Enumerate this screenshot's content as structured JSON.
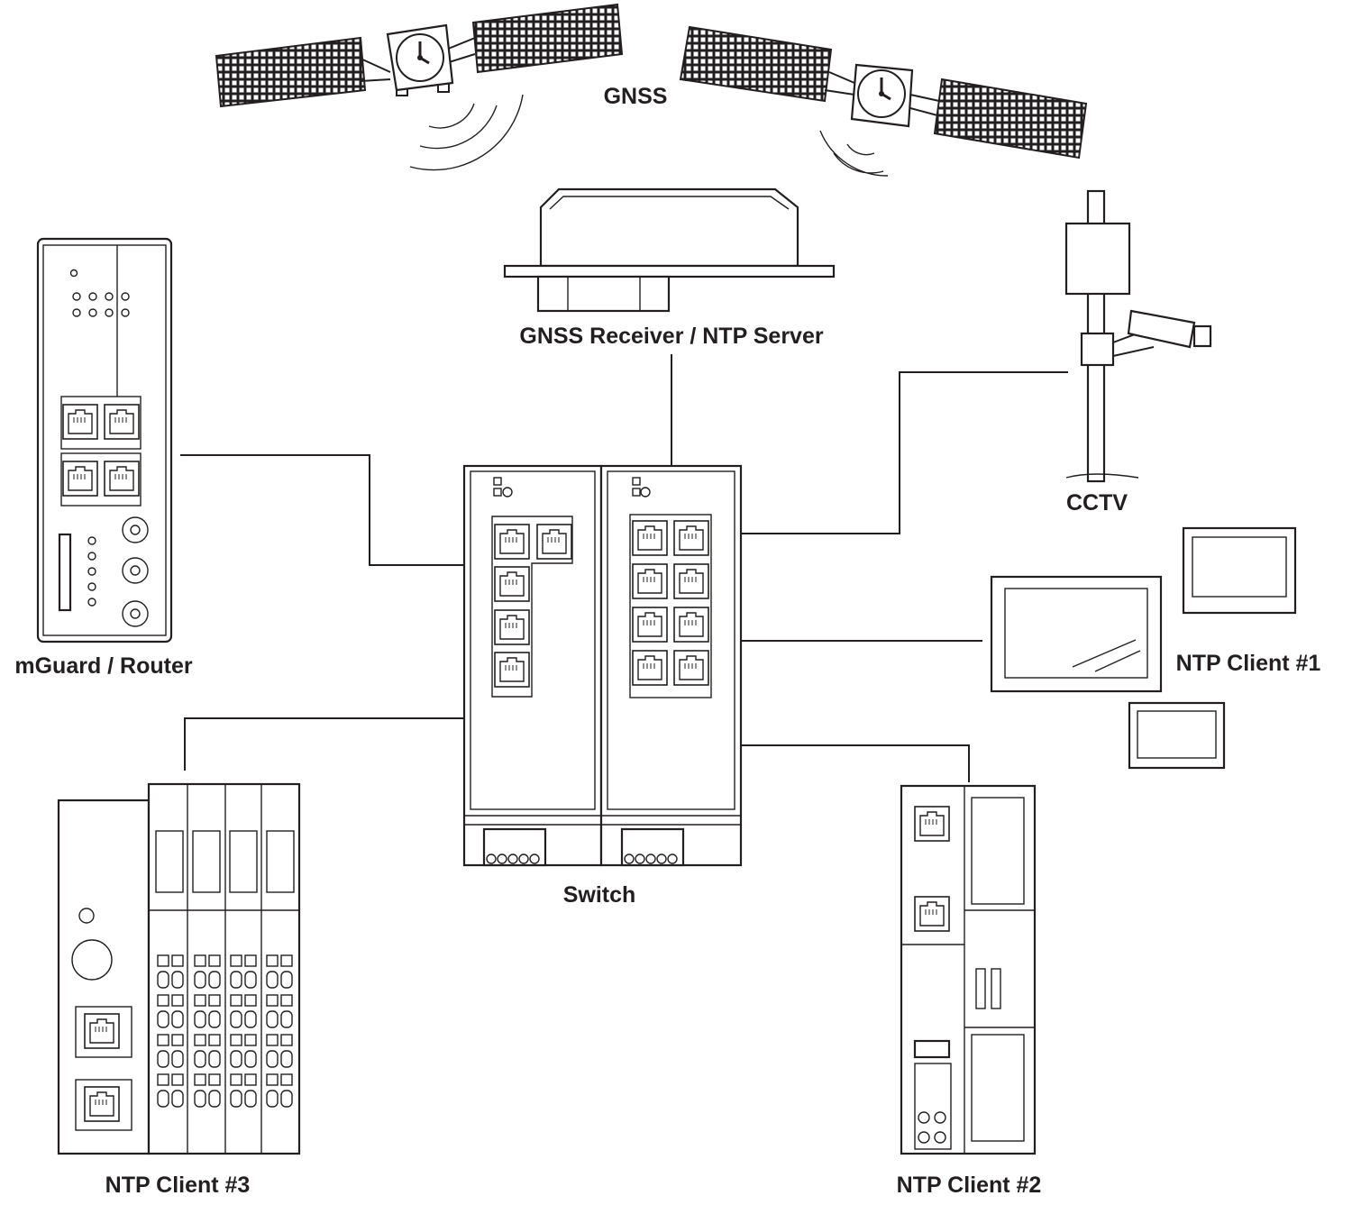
{
  "labels": {
    "gnss": "GNSS",
    "receiver": "GNSS Receiver / NTP Server",
    "cctv": "CCTV",
    "router": "mGuard / Router",
    "switch": "Switch",
    "client1": "NTP Client #1",
    "client2": "NTP Client #2",
    "client3": "NTP Client #3"
  },
  "colors": {
    "line": "#231f20",
    "background": "#ffffff"
  }
}
